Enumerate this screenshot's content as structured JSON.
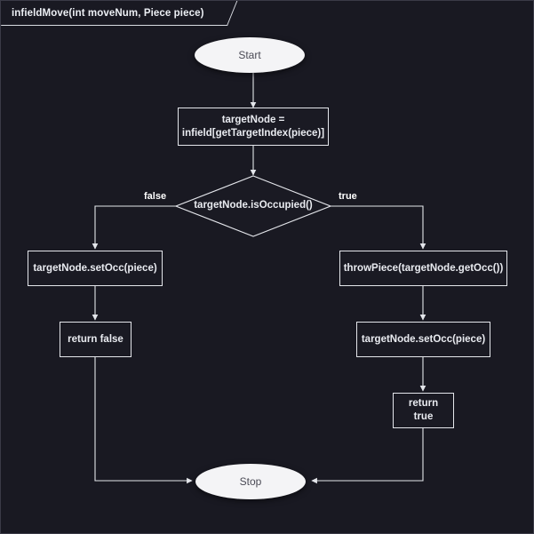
{
  "frame": {
    "title": "infieldMove(int moveNum, Piece piece)"
  },
  "colors": {
    "background": "#191922",
    "frame_border": "#3a3a46",
    "node_border": "#e4e6eb",
    "node_text": "#e9ebf0",
    "terminal_fill": "#f4f4f6",
    "terminal_text": "#4a4a55",
    "edge": "#e4e6eb",
    "label_text": "#ffffff"
  },
  "nodes": {
    "start": {
      "label": "Start",
      "shape": "oval"
    },
    "assign": {
      "line1": "targetNode =",
      "line2": "infield[getTargetIndex(piece)]",
      "shape": "rect"
    },
    "decision": {
      "label": "targetNode.isOccupied()",
      "shape": "diamond"
    },
    "set_occ_false": {
      "label": "targetNode.setOcc(piece)",
      "shape": "rect"
    },
    "return_false": {
      "label": "return false",
      "shape": "rect"
    },
    "throw_piece": {
      "label": "throwPiece(targetNode.getOcc())",
      "shape": "rect"
    },
    "set_occ_true": {
      "label": "targetNode.setOcc(piece)",
      "shape": "rect"
    },
    "return_true": {
      "label": "return true",
      "shape": "rect"
    },
    "stop": {
      "label": "Stop",
      "shape": "oval"
    }
  },
  "edge_labels": {
    "false_branch": "false",
    "true_branch": "true"
  }
}
